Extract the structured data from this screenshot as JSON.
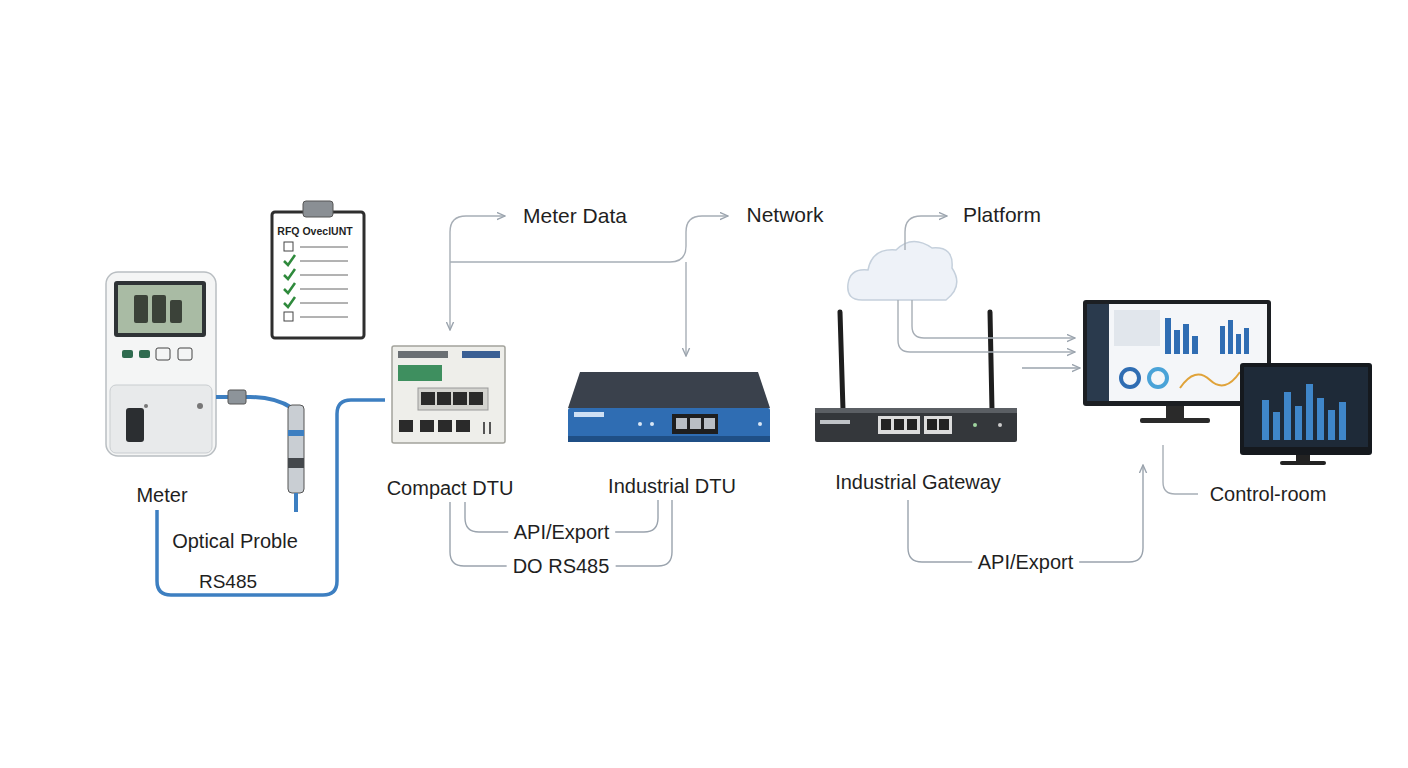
{
  "diagram": {
    "nodes": [
      {
        "text": [
          "Meter"
        ]
      },
      {
        "text": [
          "Compact DTU"
        ]
      },
      {
        "text": [
          "Industrial DTU"
        ]
      },
      {
        "text": [
          "Industrial Gateway"
        ]
      },
      {
        "text": [
          "Control-room"
        ]
      }
    ],
    "edges": [
      {
        "from": 0,
        "to": 1,
        "arrow": "none"
      },
      {
        "from": 1,
        "to": 2,
        "label": "API/Export",
        "arrow": "none"
      },
      {
        "from": 1,
        "to": 2,
        "label": "DO RS485",
        "arrow": "none"
      },
      {
        "from": 3,
        "to": 4,
        "arrow": "to"
      },
      {
        "from": 3,
        "to": 4,
        "label": "API/Export",
        "arrow": "to"
      }
    ],
    "labels": [
      "RFQ OveclUNT",
      "Meter Data",
      "Network",
      "Platform",
      "Optical Proble",
      "RS485"
    ]
  }
}
